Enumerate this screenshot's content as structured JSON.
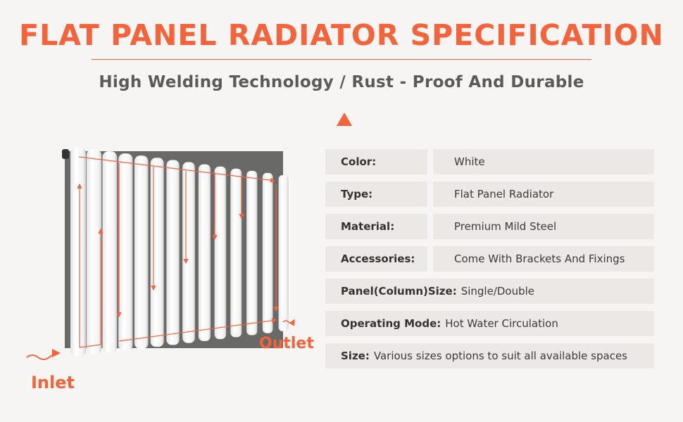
{
  "header": {
    "title": "FLAT PANEL RADIATOR SPECIFICATION",
    "subtitle": "High Welding Technology / Rust - Proof And Durable"
  },
  "diagram": {
    "inlet_label": "Inlet",
    "outlet_label": "Outlet",
    "column_count": 14
  },
  "specs": [
    {
      "label": "Color:",
      "value": "White"
    },
    {
      "label": "Type:",
      "value": "Flat Panel Radiator"
    },
    {
      "label": "Material:",
      "value": "Premium Mild Steel"
    },
    {
      "label": "Accessories:",
      "value": "Come With Brackets And Fixings"
    },
    {
      "label": "Panel(Column)Size:",
      "value": "Single/Double"
    },
    {
      "label": "Operating Mode:",
      "value": "Hot Water Circulation"
    },
    {
      "label": "Size:",
      "value": "Various sizes options to suit all available spaces"
    }
  ],
  "colors": {
    "accent": "#f4633a",
    "cell": "#ebe8e5",
    "text": "#3a3a3a"
  }
}
